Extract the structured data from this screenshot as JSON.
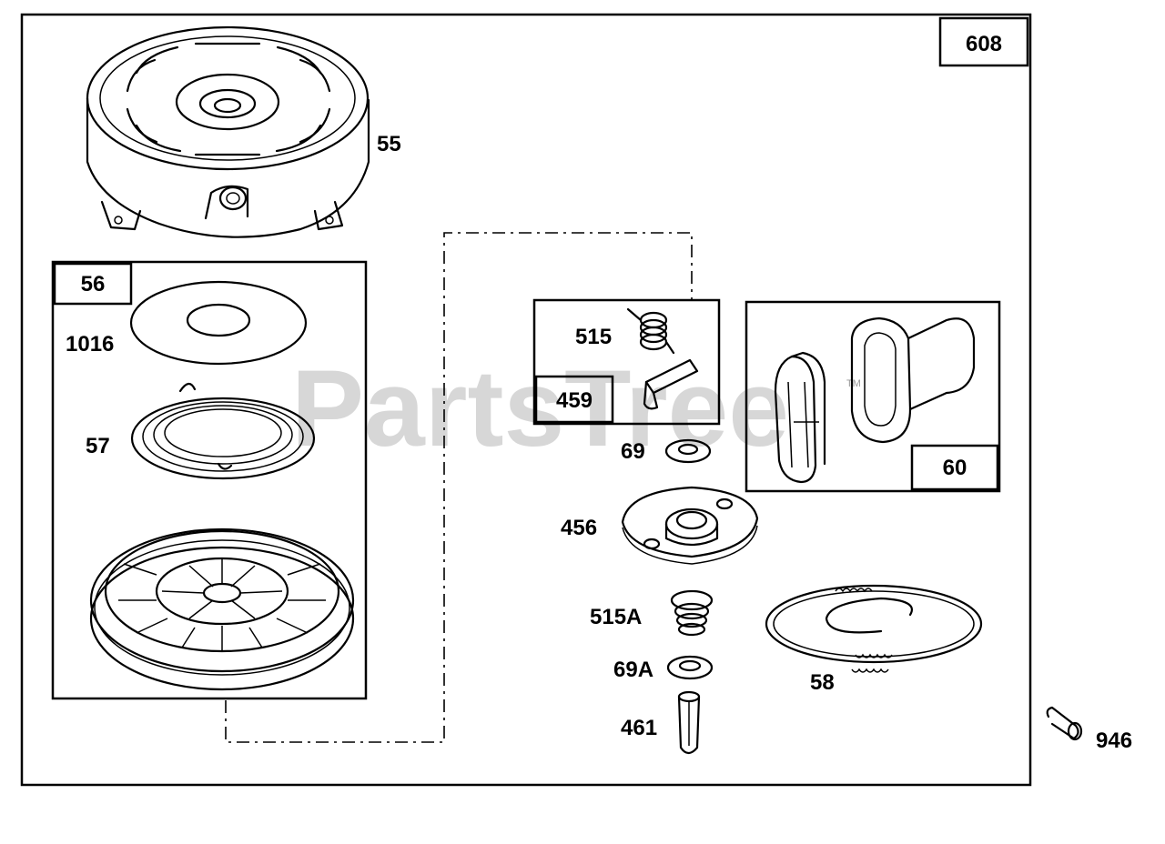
{
  "watermark": {
    "text": "PartsTree",
    "trademark": "TM"
  },
  "assembly": {
    "number": "608"
  },
  "kits": {
    "k56": "56",
    "k459": "459",
    "k60": "60"
  },
  "parts": {
    "p55": "55",
    "p1016": "1016",
    "p57": "57",
    "p515": "515",
    "p69": "69",
    "p456": "456",
    "p515A": "515A",
    "p69A": "69A",
    "p461": "461",
    "p58": "58",
    "p946": "946"
  }
}
